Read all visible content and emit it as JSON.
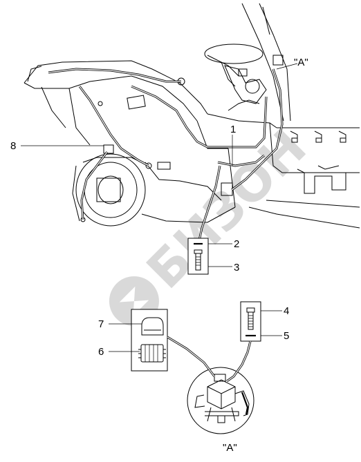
{
  "watermark": {
    "text": "БИЗОН",
    "color": "#d9d9d9"
  },
  "callouts": {
    "c1": "1",
    "c2": "2",
    "c3": "3",
    "c4": "4",
    "c5": "5",
    "c6": "6",
    "c7": "7",
    "c8": "8"
  },
  "views": {
    "view_a_top": "\"A\"",
    "view_a_bottom": "\"A\""
  }
}
